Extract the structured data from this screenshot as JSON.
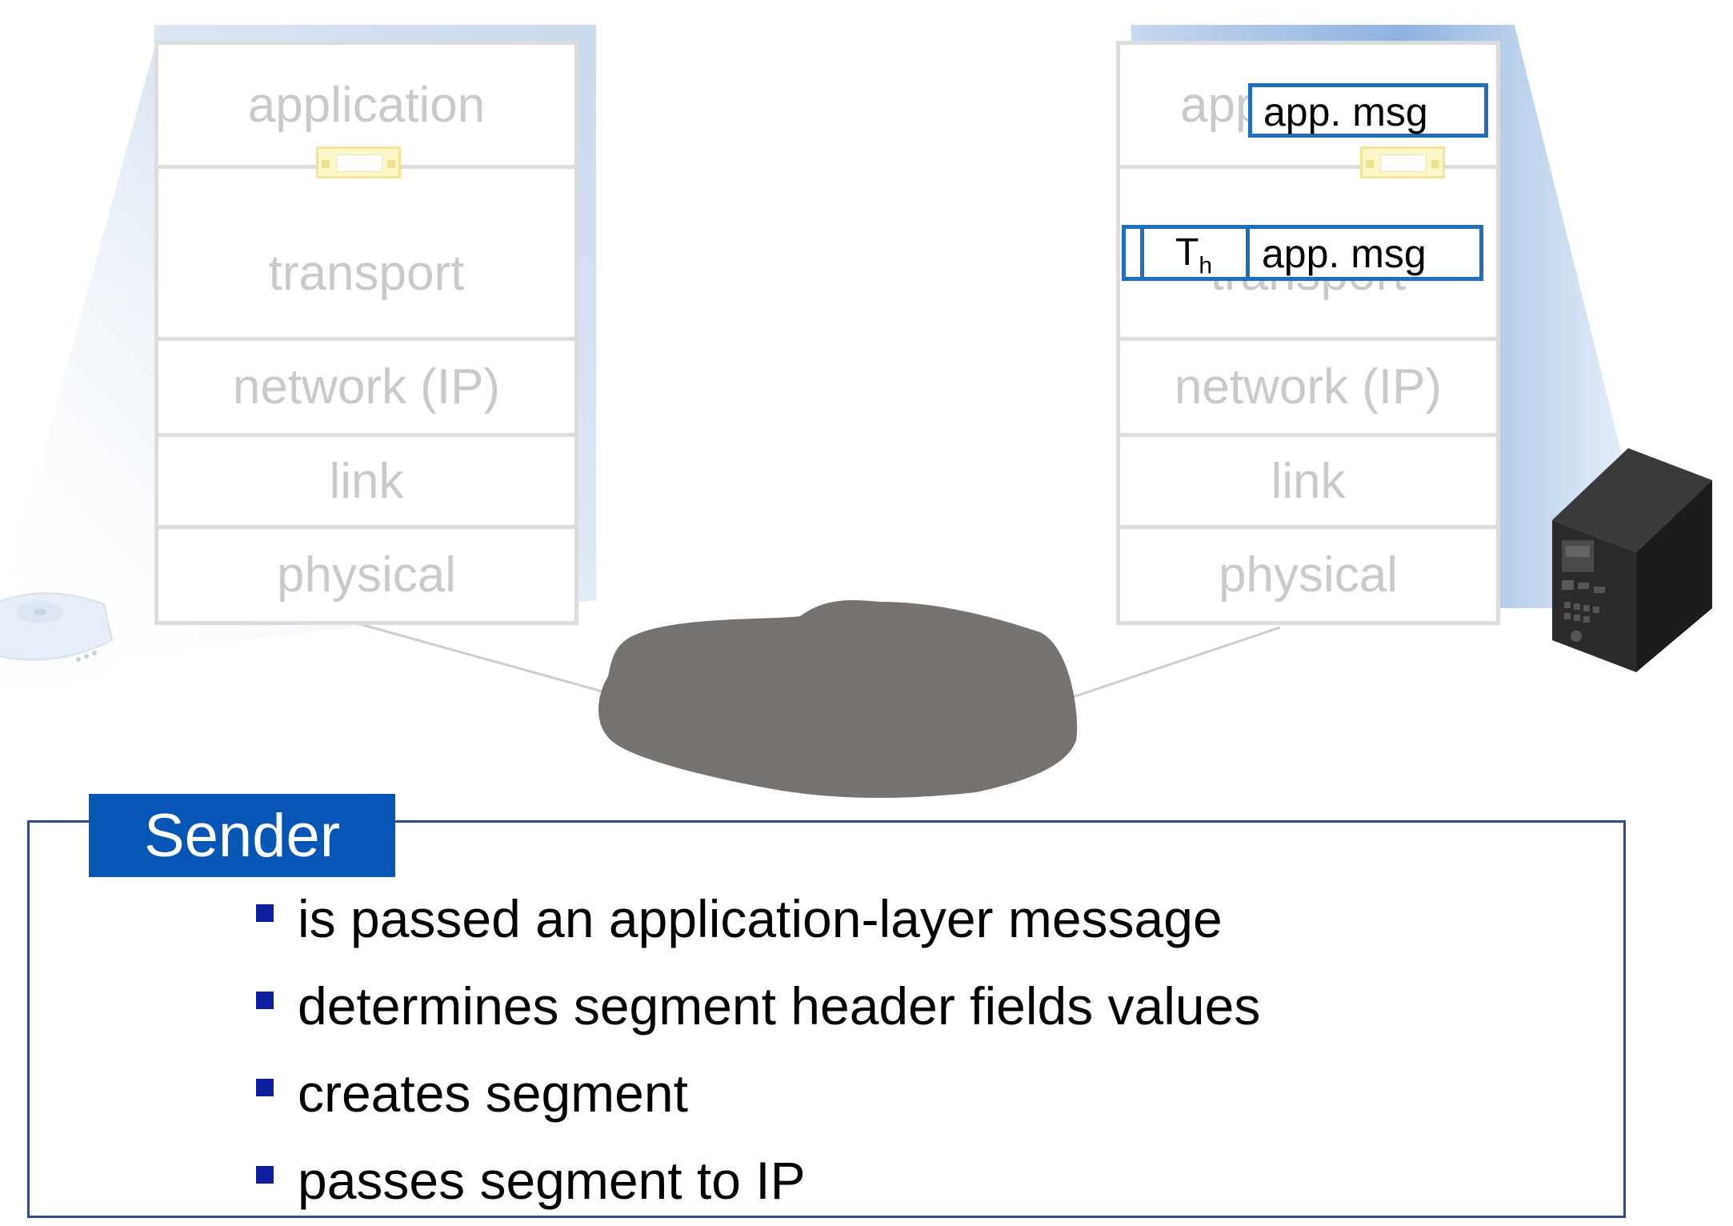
{
  "left_stack": {
    "layers": [
      "application",
      "transport",
      "network (IP)",
      "link",
      "physical"
    ]
  },
  "right_stack": {
    "layers": [
      "application",
      "transport",
      "network (IP)",
      "link",
      "physical"
    ],
    "app_message": "app. msg",
    "segment": {
      "header": "T",
      "header_sub": "h",
      "payload": "app. msg"
    }
  },
  "panel": {
    "title": "Sender",
    "bullets": [
      "is passed an application-layer message",
      "determines segment header fields values",
      "creates segment",
      "passes segment to IP"
    ]
  },
  "colors": {
    "panel_title_bg": "#0756b5",
    "bullet": "#0d1f9e",
    "message_border": "#1f6fb8",
    "cloud": "#767270",
    "layer_text": "#c9c9c9"
  },
  "icons": [
    "router-icon",
    "server-icon",
    "network-cloud-icon",
    "socket-icon"
  ]
}
